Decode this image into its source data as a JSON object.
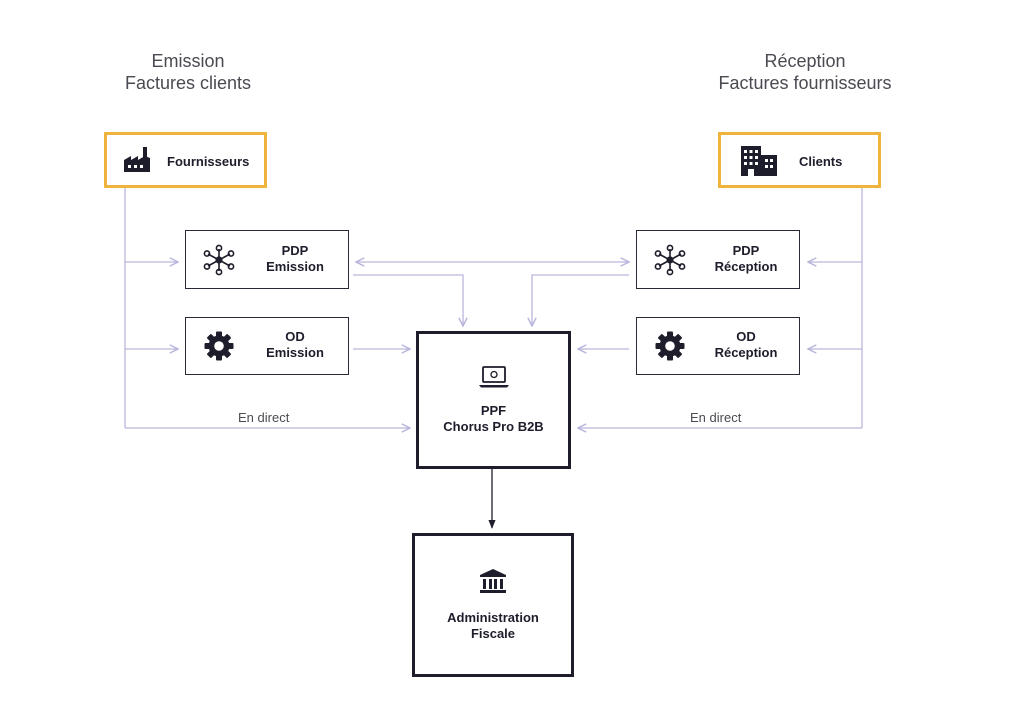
{
  "headings": {
    "left": {
      "line1": "Emission",
      "line2": "Factures clients"
    },
    "right": {
      "line1": "Réception",
      "line2": "Factures fournisseurs"
    }
  },
  "nodes": {
    "fournisseurs": {
      "label": "Fournisseurs",
      "icon": "factory-icon"
    },
    "clients": {
      "label": "Clients",
      "icon": "buildings-icon"
    },
    "pdp_emission": {
      "line1": "PDP",
      "line2": "Emission",
      "icon": "network-icon"
    },
    "od_emission": {
      "line1": "OD",
      "line2": "Emission",
      "icon": "gear-icon"
    },
    "pdp_reception": {
      "line1": "PDP",
      "line2": "Réception",
      "icon": "network-icon"
    },
    "od_reception": {
      "line1": "OD",
      "line2": "Réception",
      "icon": "gear-icon"
    },
    "ppf": {
      "line1": "PPF",
      "line2": "Chorus Pro B2B",
      "icon": "laptop-icon"
    },
    "admin": {
      "line1": "Administration",
      "line2": "Fiscale",
      "icon": "bank-icon"
    }
  },
  "edges": {
    "direct_left": "En direct",
    "direct_right": "En direct"
  },
  "colors": {
    "accent": "#efb43c",
    "connector": "#b9b6dc",
    "border": "#1d1d2b"
  }
}
